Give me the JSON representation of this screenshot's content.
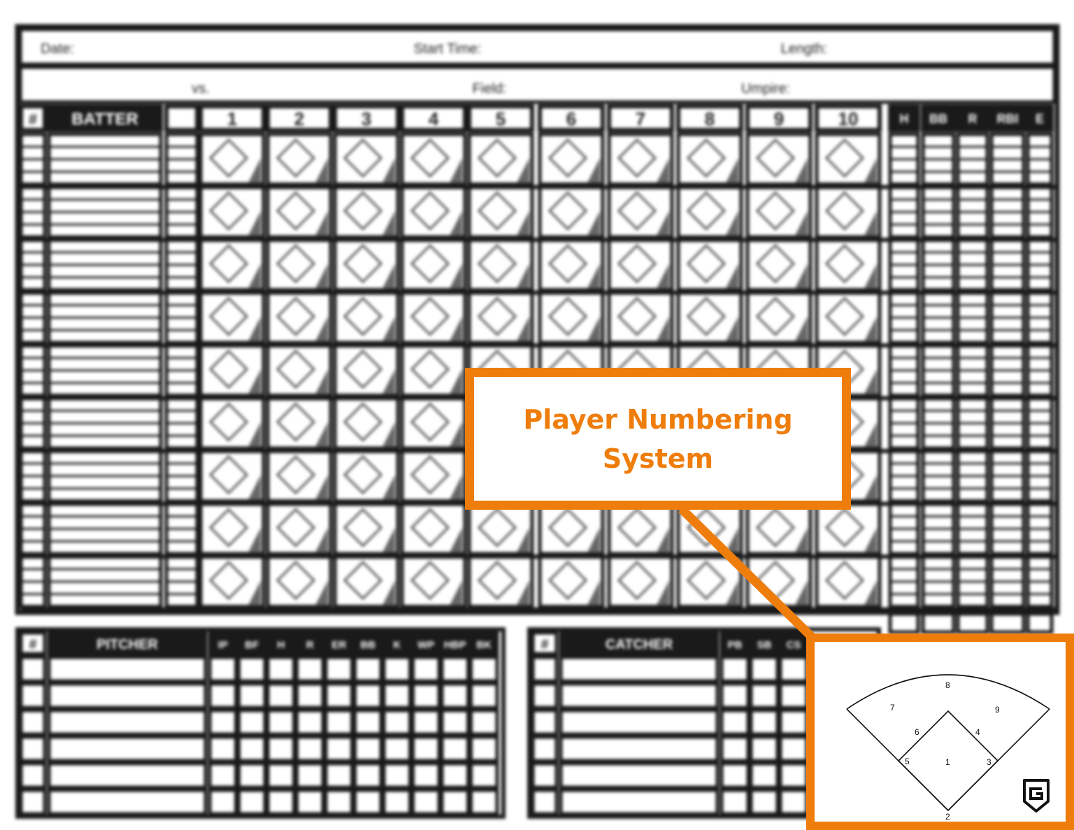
{
  "header": {
    "date_label": "Date:",
    "start_time_label": "Start Time:",
    "length_label": "Length:",
    "vs_label": "vs.",
    "field_label": "Field:",
    "umpire_label": "Umpire:"
  },
  "batting_table": {
    "number_header": "#",
    "batter_header": "BATTER",
    "innings": [
      "1",
      "2",
      "3",
      "4",
      "5",
      "6",
      "7",
      "8",
      "9",
      "10"
    ],
    "stat_headers": [
      "H",
      "BB",
      "R",
      "RBI",
      "E"
    ],
    "batter_rows": 9
  },
  "pitcher_table": {
    "number_header": "#",
    "name_header": "PITCHER",
    "stat_headers": [
      "IP",
      "BF",
      "H",
      "R",
      "ER",
      "BB",
      "K",
      "WP",
      "HBP",
      "BK"
    ],
    "rows": 6
  },
  "catcher_table": {
    "number_header": "#",
    "name_header": "CATCHER",
    "stat_headers": [
      "PB",
      "SB",
      "CS"
    ],
    "rows": 6
  },
  "callout": {
    "text": "Player Numbering System",
    "color": "#ef7d0c"
  },
  "field_diagram": {
    "positions": {
      "pitcher": "1",
      "catcher": "2",
      "first_base": "3",
      "second_base": "4",
      "third_base": "5",
      "shortstop": "6",
      "left_field": "7",
      "center_field": "8",
      "right_field": "9"
    },
    "logo": "shield-g-logo"
  }
}
